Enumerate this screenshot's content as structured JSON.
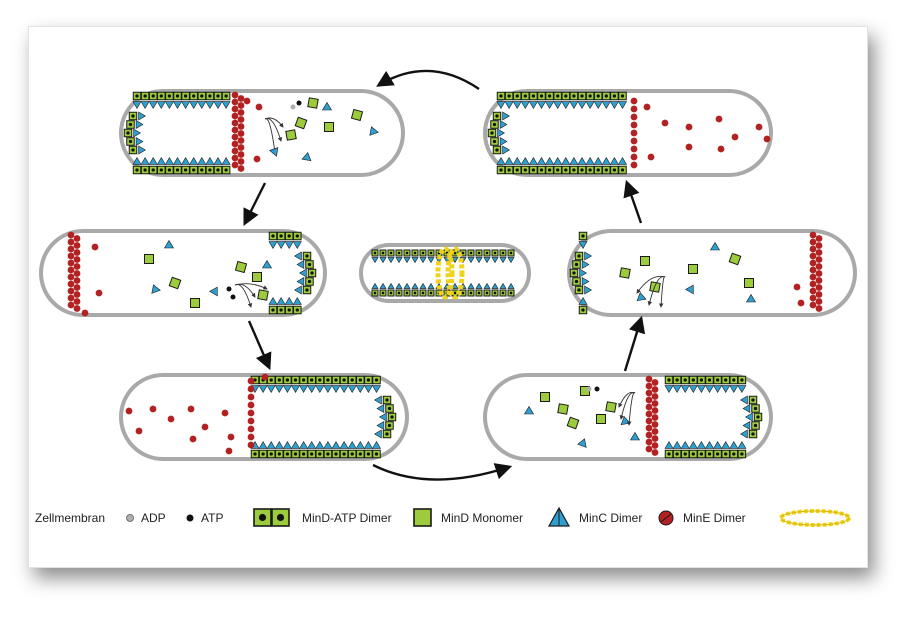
{
  "legend": {
    "membrane": "Zellmembran",
    "adp": "ADP",
    "atp": "ATP",
    "mind_atp_dimer": "MinD-ATP Dimer",
    "mind_monomer": "MinD Monomer",
    "minc_dimer": "MinC Dimer",
    "mine_dimer": "MinE Dimer"
  },
  "colors": {
    "membrane": "#a9a9a9",
    "mind": "#9ccc3c",
    "mind_dark": "#1a1a1a",
    "minc": "#2f9fcf",
    "mine": "#b22222",
    "ring": "#f1d21a",
    "adp": "#b0b0b0",
    "atp": "#111111",
    "arrow": "#111111"
  },
  "icons": [
    "membrane-icon",
    "adp-dot-icon",
    "atp-dot-icon",
    "mind-atp-dimer-icon",
    "mind-monomer-icon",
    "minc-dimer-icon",
    "mine-dimer-icon",
    "ftsz-ring-icon"
  ]
}
